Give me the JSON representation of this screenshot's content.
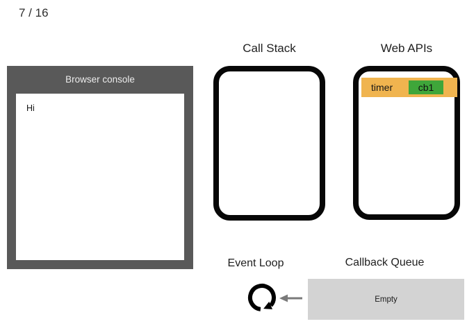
{
  "slide": {
    "counter": "7 / 16"
  },
  "console": {
    "title": "Browser console",
    "log_lines": [
      "Hi"
    ]
  },
  "call_stack": {
    "title": "Call Stack"
  },
  "web_apis": {
    "title": "Web APIs",
    "items": [
      {
        "label": "timer",
        "callback": "cb1"
      }
    ]
  },
  "event_loop": {
    "title": "Event Loop",
    "icon": "clockwise-loop-arrow-icon"
  },
  "callback_queue": {
    "title": "Callback Queue",
    "status": "Empty"
  },
  "colors": {
    "console_frame": "#595959",
    "timer_bar": "#F0B44F",
    "callback_badge": "#3FA63A",
    "queue_box": "#D3D3D3",
    "arrow": "#7A7A7A",
    "box_border": "#070707"
  }
}
